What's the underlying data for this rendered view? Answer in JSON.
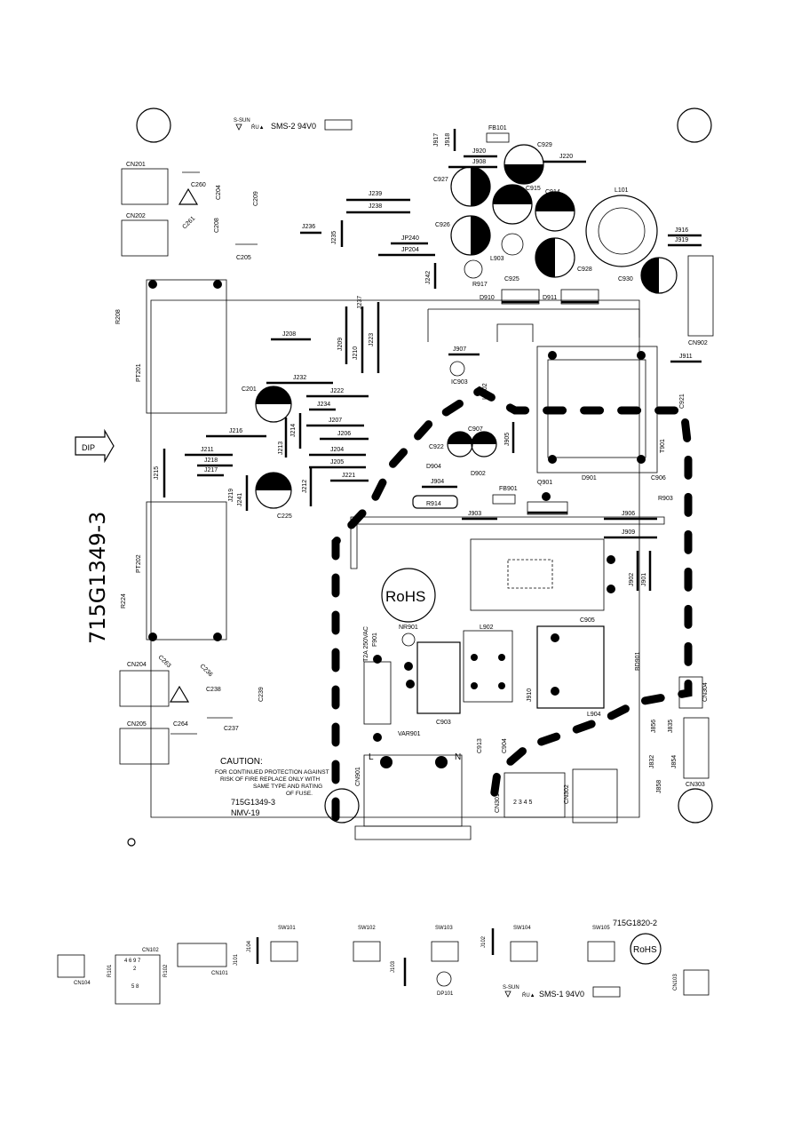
{
  "board": {
    "part_number": "715G1349-3",
    "rev": "NMV-19",
    "side_label": "715G1349-3",
    "dip": "DIP",
    "rohs": "RoHS",
    "flammability": "SMS-2 94V0",
    "brand_mark": "S-SUN"
  },
  "caution": {
    "title": "CAUTION:",
    "line1": "FOR CONTINUED PROTECTION AGAINST",
    "line2": "RISK OF FIRE REPLACE ONLY WITH",
    "line3": "SAME TYPE AND RATING",
    "line4": "OF FUSE."
  },
  "fuse_rating": "T2A 250VAC",
  "mains": {
    "l": "L",
    "n": "N"
  },
  "components": {
    "cn201": "CN201",
    "cn202": "CN202",
    "cn204": "CN204",
    "cn205": "CN205",
    "c260": "C260",
    "c261": "C261",
    "c204": "C204",
    "c208": "C208",
    "c209": "C209",
    "c205": "C205",
    "j236": "J236",
    "j235": "J235",
    "j239": "J239",
    "j238": "J238",
    "j240": "JP240",
    "jp204": "JP204",
    "j242": "J242",
    "j237": "J237",
    "j208": "J208",
    "j209": "J209",
    "j210": "J210",
    "j223": "J223",
    "r208": "R208",
    "pt201": "PT201",
    "pt202": "PT202",
    "r224": "R224",
    "c201": "C201",
    "j232": "J232",
    "j222": "J222",
    "j234": "J234",
    "j207": "J207",
    "j206": "J206",
    "j216": "J216",
    "j213": "J213",
    "j214": "J214",
    "j211": "J211",
    "j218": "J218",
    "j217": "J217",
    "j204": "J204",
    "j205": "J205",
    "j221": "J221",
    "j215": "J215",
    "j212": "J212",
    "j219": "J219",
    "j241": "J241",
    "c225": "C225",
    "c263": "C263",
    "c236": "C236",
    "c238": "C238",
    "c239": "C239",
    "c264": "C264",
    "c237": "C237",
    "j917": "J917",
    "j918": "J918",
    "fb101": "FB101",
    "c929": "C929",
    "j920": "J920",
    "j908": "J908",
    "j220": "J220",
    "c927": "C927",
    "c915": "C915",
    "c914": "C914",
    "l101": "L101",
    "c926": "C926",
    "j916": "J916",
    "j919": "J919",
    "l903": "L903",
    "c928": "C928",
    "r917": "R917",
    "c925": "C925",
    "c930": "C930",
    "d910": "D910",
    "d911": "D911",
    "cn902": "CN902",
    "j907": "J907",
    "ic903": "IC903",
    "ic902": "IC902",
    "j911": "J911",
    "c921": "C921",
    "t901": "T901",
    "c922": "C922",
    "c907": "C907",
    "j905": "J905",
    "d904": "D904",
    "d902": "D902",
    "j904": "J904",
    "fb901": "FB901",
    "q901": "Q901",
    "d901": "D901",
    "c906": "C906",
    "r903": "R903",
    "r914": "R914",
    "j903": "J903",
    "j906": "J906",
    "j909": "J909",
    "j902": "J902",
    "j901": "J901",
    "nr901": "NR901",
    "f901": "F901",
    "l902": "L902",
    "c905": "C905",
    "bd901": "BD901",
    "j910": "J910",
    "l904": "L904",
    "c903": "C903",
    "var901": "VAR901",
    "c913": "C913",
    "c904": "C904",
    "cn304": "CN304",
    "j856": "J856",
    "j835": "J835",
    "j832": "J832",
    "j854": "J854",
    "j858": "J858",
    "cn303": "CN303",
    "cn901": "CN901",
    "cn301": "CN301",
    "cn302": "CN302"
  },
  "key_board": {
    "part_number": "715G1820-2",
    "rohs": "RoHS",
    "flammability": "SMS-1 94V0",
    "brand_mark": "S-SUN",
    "cn104": "CN104",
    "r101": "R101",
    "cn102": "CN102",
    "r102": "R102",
    "cn101": "CN101",
    "j101": "J101",
    "j104": "J104",
    "sw101": "SW101",
    "sw102": "SW102",
    "j103": "J103",
    "sw103": "SW103",
    "dp101": "DP101",
    "j102": "J102",
    "sw104": "SW104",
    "sw105": "SW105",
    "cn103": "CN103"
  }
}
